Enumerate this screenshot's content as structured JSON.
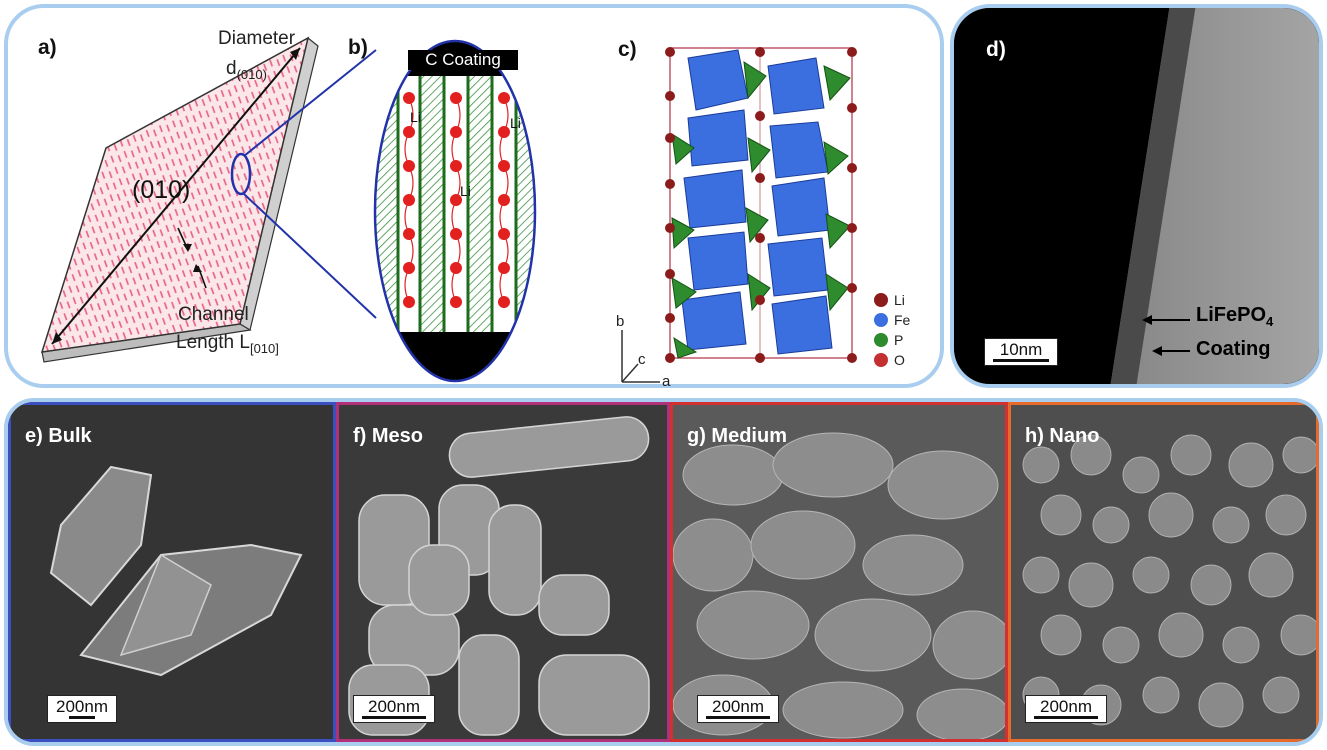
{
  "panels": {
    "a": {
      "label": "a)",
      "diameter": "Diameter",
      "d_sym": "d",
      "d_sub": "(010)",
      "face": "(010)",
      "channel": "Channel",
      "length": "Length L",
      "l_sub": "[010]"
    },
    "b": {
      "label": "b)",
      "coating": "C Coating",
      "li1": "Li",
      "li2": "Li",
      "li3": "Li"
    },
    "c": {
      "label": "c)",
      "axis_b": "b",
      "axis_c": "c",
      "axis_a": "a",
      "legend": [
        {
          "label": "Li",
          "color": "#8c1c1c"
        },
        {
          "label": "Fe",
          "color": "#3b6fe0"
        },
        {
          "label": "P",
          "color": "#2e8b2e"
        },
        {
          "label": "O",
          "color": "#c43030"
        }
      ]
    },
    "d": {
      "label": "d)",
      "lfp_main": "LiFePO",
      "lfp_sub": "4",
      "coating": "Coating",
      "scale": "10nm"
    },
    "e": {
      "label": "e) Bulk",
      "scale": "200nm",
      "border": "#3a4fc0"
    },
    "f": {
      "label": "f) Meso",
      "scale": "200nm",
      "border": "#b0307a"
    },
    "g": {
      "label": "g) Medium",
      "scale": "200nm",
      "border": "#d33030"
    },
    "h": {
      "label": "h) Nano",
      "scale": "200nm",
      "border": "#e86a2a"
    }
  }
}
